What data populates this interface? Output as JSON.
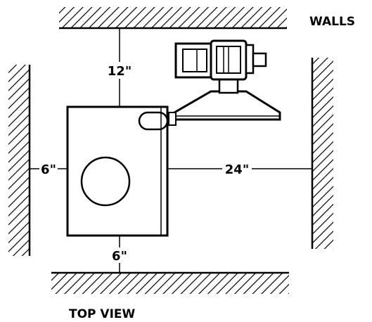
{
  "labels": {
    "walls": "WALLS",
    "top_view": "TOP VIEW",
    "clearance_top": "12\"",
    "clearance_left": "6\"",
    "clearance_right": "24\"",
    "clearance_bottom": "6\""
  }
}
